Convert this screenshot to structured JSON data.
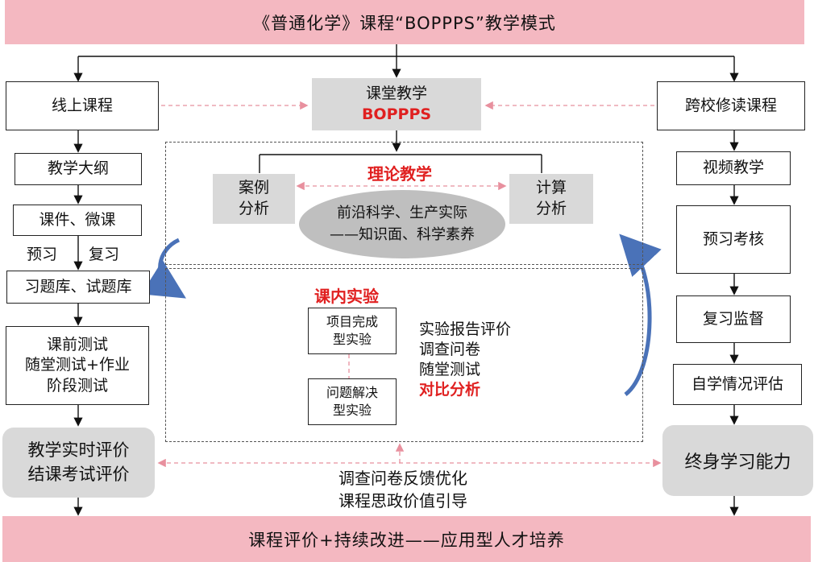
{
  "title": "《普通化学》课程“BOPPPS”教学模式",
  "footer": "课程评价+持续改进——应用型人才培养",
  "left": {
    "top": "线上课程",
    "b1": "教学大纲",
    "b2": "课件、微课",
    "label_a": "预习",
    "label_b": "复习",
    "b3": "习题库、试题库",
    "b4": [
      "课前测试",
      "随堂测试+作业",
      "阶段测试"
    ],
    "b5": [
      "教学实时评价",
      "结课考试评价"
    ]
  },
  "center": {
    "top_line1": "课堂教学",
    "top_line2": "BOPPPS",
    "theory_title": "理论教学",
    "case": [
      "案例",
      "分析"
    ],
    "calc": [
      "计算",
      "分析"
    ],
    "ellipse": [
      "前沿科学、生产实际",
      "——知识面、科学素养"
    ],
    "lab_title": "课内实验",
    "lab1": [
      "项目完成",
      "型实验"
    ],
    "lab2": [
      "问题解决",
      "型实验"
    ],
    "eval": [
      "实验报告评价",
      "调查问卷",
      "随堂测试"
    ],
    "eval_red": "对比分析",
    "bottom": [
      "调查问卷反馈优化",
      "课程思政价值引导"
    ]
  },
  "right": {
    "top": "跨校修读课程",
    "b1": "视频教学",
    "b2": "预习考核",
    "b3": "复习监督",
    "b4": "自学情况评估",
    "b5": "终身学习能力"
  },
  "colors": {
    "banner": "#f4b8c1",
    "accent_red": "#e02020",
    "curve_blue": "#4a72b8",
    "dash_pink": "#e8909e"
  }
}
